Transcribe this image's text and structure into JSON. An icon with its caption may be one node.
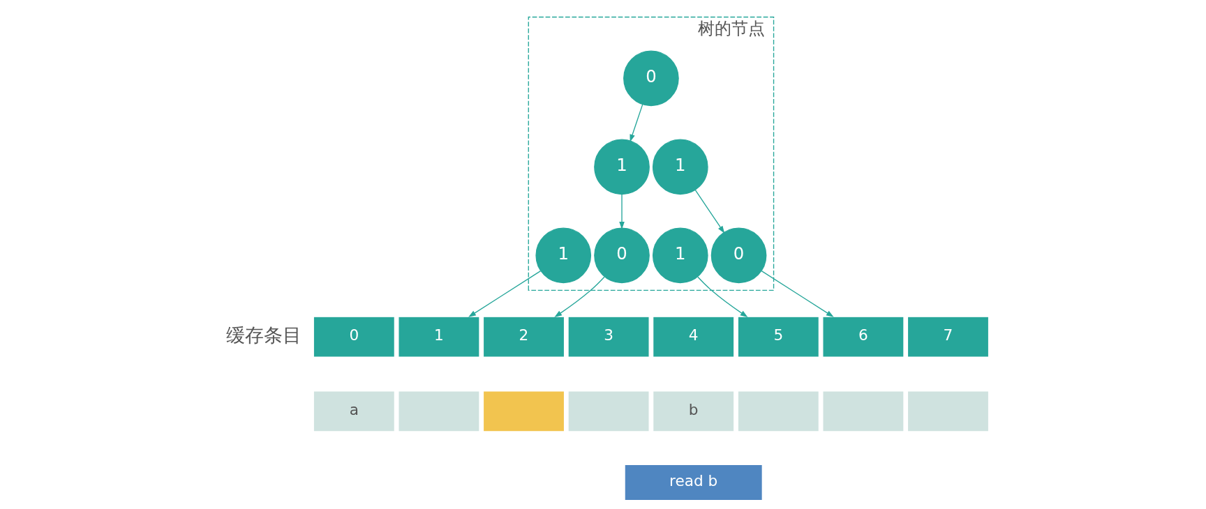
{
  "diagram": {
    "nodes": [
      {
        "text": [
          "树的节点"
        ]
      },
      {
        "text": [
          "0"
        ],
        "in": 0
      },
      {
        "text": [
          "1"
        ],
        "in": 0
      },
      {
        "text": [
          "1"
        ],
        "in": 0
      },
      {
        "text": [
          "1"
        ],
        "in": 0
      },
      {
        "text": [
          "0"
        ],
        "in": 0
      },
      {
        "text": [
          "1"
        ],
        "in": 0
      },
      {
        "text": [
          "0"
        ],
        "in": 0
      },
      {
        "text": [
          "0"
        ]
      },
      {
        "text": [
          "1"
        ]
      },
      {
        "text": [
          "2"
        ]
      },
      {
        "text": [
          "3"
        ]
      },
      {
        "text": [
          "4"
        ]
      },
      {
        "text": [
          "5"
        ]
      },
      {
        "text": [
          "6"
        ]
      },
      {
        "text": [
          "7"
        ]
      },
      {
        "text": [
          "a"
        ]
      },
      {
        "text": [],
        "shape": "box"
      },
      {
        "text": [],
        "shape": "box"
      },
      {
        "text": [],
        "shape": "box"
      },
      {
        "text": [
          "b"
        ]
      },
      {
        "text": [],
        "shape": "box"
      },
      {
        "text": [],
        "shape": "box"
      },
      {
        "text": [],
        "shape": "box"
      },
      {
        "text": [
          "read b"
        ]
      }
    ],
    "edges": [
      {
        "from": 1,
        "to": 2,
        "arrow": "to"
      },
      {
        "from": 2,
        "to": 5,
        "arrow": "to"
      },
      {
        "from": 3,
        "to": 7,
        "arrow": "to"
      },
      {
        "from": 4,
        "to": 9,
        "arrow": "to"
      },
      {
        "from": 5,
        "to": 10,
        "arrow": "to"
      },
      {
        "from": 6,
        "to": 13,
        "arrow": "to"
      },
      {
        "from": 7,
        "to": 14,
        "arrow": "to"
      }
    ],
    "labels": [
      "缓存条目"
    ]
  }
}
